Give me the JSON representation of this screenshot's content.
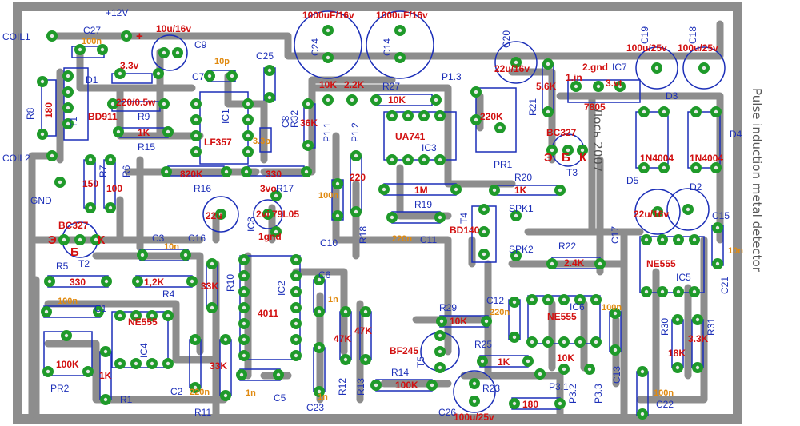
{
  "board": {
    "colors": {
      "copper": "#8d8d8d",
      "pad": "#1f9a2a",
      "hole": "#e8e8e8",
      "silk": "#1c2fb8",
      "value": "#d21010",
      "cap": "#e08a10"
    },
    "supply": "+12V",
    "plus": "+",
    "side_text": "Pulse induction metal detector",
    "side_date": "Лось 2007",
    "connectors": {
      "coil1": "COIL1",
      "coil2": "COIL2",
      "gnd": "GND",
      "spk1": "SPK1",
      "spk2": "SPK2",
      "p11": "P1.1",
      "p12": "P1.2",
      "p13": "P1.3",
      "p31": "P3.1",
      "p32": "P3.2",
      "p33": "P3.3"
    },
    "components": {
      "r8": {
        "ref": "R8",
        "value": "180"
      },
      "c27": {
        "ref": "C27",
        "value": "100n"
      },
      "d1": {
        "ref": "D1",
        "value": "3.3v"
      },
      "c9": {
        "ref": "C9",
        "value": "10u/16v"
      },
      "r9": {
        "ref": "R9",
        "value": "220/0.5w"
      },
      "t1": {
        "ref": "T1",
        "value": "BD911"
      },
      "r15": {
        "ref": "R15",
        "value": "1K"
      },
      "r7": {
        "ref": "R7",
        "value": "150"
      },
      "r6": {
        "ref": "R6",
        "value": "100"
      },
      "c7": {
        "ref": "C7",
        "value": "10p"
      },
      "c25": {
        "ref": "C25"
      },
      "ic1": {
        "ref": "IC1",
        "value": "LF357"
      },
      "c8": {
        "ref": "C8",
        "value": "3.3p"
      },
      "r16": {
        "ref": "R16",
        "value": "820K"
      },
      "r17": {
        "ref": "R17",
        "value": "330"
      },
      "c24": {
        "ref": "C24",
        "value": "1000uF/16v"
      },
      "c14": {
        "ref": "C14",
        "value": "1000uF/16v"
      },
      "r32": {
        "ref": "R32",
        "value": "36K"
      },
      "p1": {
        "v1": "10K",
        "v2": "2.2K"
      },
      "r27": {
        "ref": "R27",
        "value": "10K"
      },
      "ic3": {
        "ref": "IC3",
        "value": "UA741"
      },
      "r18": {
        "ref": "R18",
        "value": "220"
      },
      "c10": {
        "ref": "C10",
        "value": "100n"
      },
      "r19": {
        "ref": "R19",
        "value": "1M"
      },
      "c11": {
        "ref": "C11",
        "value": "220n"
      },
      "pr1": {
        "ref": "PR1",
        "value": "220K"
      },
      "c20": {
        "ref": "C20",
        "value": "22u/16v"
      },
      "r21": {
        "ref": "R21",
        "value": "5.6K"
      },
      "ic7": {
        "ref": "IC7",
        "value": "7805",
        "pin1": "1.in",
        "pin2": "2.gnd",
        "pin3": "3.vt"
      },
      "c19": {
        "ref": "C19",
        "value": "100u/25v"
      },
      "c18": {
        "ref": "C18",
        "value": "100u/25v"
      },
      "d3": {
        "ref": "D3",
        "value": "1N4004"
      },
      "d4": {
        "ref": "D4",
        "value": "1N4004"
      },
      "t3": {
        "ref": "T3",
        "value": "BC327"
      },
      "r20": {
        "ref": "R20",
        "value": "1K"
      },
      "d5": {
        "ref": "D5"
      },
      "d2": {
        "ref": "D2"
      },
      "c17": {
        "ref": "C17",
        "value": "22u/16v"
      },
      "c15": {
        "ref": "C15",
        "value": "10n"
      },
      "ic5": {
        "ref": "IC5",
        "value": "NE555"
      },
      "c21": {
        "ref": "C21"
      },
      "t4": {
        "ref": "T4",
        "value": "BD140"
      },
      "r22": {
        "ref": "R22",
        "value": "2.4K"
      },
      "t2": {
        "ref": "T2",
        "value": "BC327"
      },
      "c3": {
        "ref": "C3",
        "value": "10n"
      },
      "c16": {
        "ref": "C16"
      },
      "r5": {
        "ref": "R5",
        "value": "330"
      },
      "r4": {
        "ref": "R4",
        "value": "1,2K"
      },
      "r10": {
        "ref": "R10",
        "value": "33K"
      },
      "ic8": {
        "ref": "IC8",
        "value": "79L05",
        "pin1": "1gnd",
        "pin2": "2vi",
        "pin3": "3vo",
        "value2": "22u"
      },
      "ic2": {
        "ref": "IC2",
        "value": "4011"
      },
      "c6": {
        "ref": "C6",
        "value": "1n"
      },
      "r12": {
        "ref": "R12",
        "value": "47K"
      },
      "r13": {
        "ref": "R13",
        "value": "47K"
      },
      "c1": {
        "ref": "C1",
        "value": "100n"
      },
      "ic4": {
        "ref": "IC4",
        "value": "NE555"
      },
      "pr2": {
        "ref": "PR2",
        "value": "100K"
      },
      "r1": {
        "ref": "R1",
        "value": "1K"
      },
      "c2": {
        "ref": "C2",
        "value": "220n"
      },
      "r11": {
        "ref": "R11",
        "value": "33K"
      },
      "c5": {
        "ref": "C5",
        "value": "1n"
      },
      "c23": {
        "ref": "C23",
        "value": "1n"
      },
      "r14": {
        "ref": "R14",
        "value": "100K"
      },
      "t5": {
        "ref": "T5",
        "value": "BF245"
      },
      "r29": {
        "ref": "R29",
        "value": "10K"
      },
      "c12": {
        "ref": "C12",
        "value": "220n"
      },
      "ic6": {
        "ref": "IC6",
        "value": "NE555"
      },
      "c13": {
        "ref": "C13",
        "value": "100n"
      },
      "r25": {
        "ref": "R25",
        "value": "1K"
      },
      "p3": {
        "value": "10K"
      },
      "r23": {
        "ref": "R23",
        "value": "180"
      },
      "c26": {
        "ref": "C26",
        "value": "100u/25v"
      },
      "r30": {
        "ref": "R30",
        "value": "18K"
      },
      "r31": {
        "ref": "R31",
        "value": "3.3K"
      },
      "c22": {
        "ref": "C22",
        "value": "100n"
      }
    },
    "transistor_pins": {
      "e": "Э",
      "b": "Б",
      "k": "К"
    }
  }
}
